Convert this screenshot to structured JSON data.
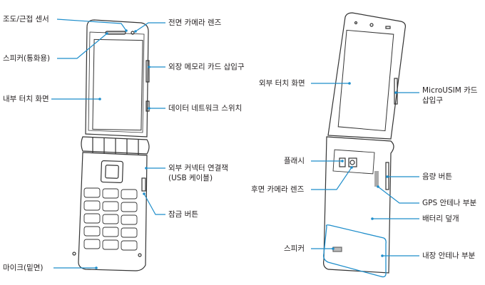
{
  "colors": {
    "leader": "#1f8ecb",
    "outline": "#333333"
  },
  "left_phone": {
    "labels": {
      "light_sensor": "조도/근접 센서",
      "front_camera": "전면 카메라 렌즈",
      "call_speaker": "스피커(통화용)",
      "memory_slot": "외장 메모리 카드 삽입구",
      "inner_screen": "내부 터치 화면",
      "network_switch": "데이터 네트워크 스위치",
      "connector_1": "외부 커넥터 연결잭",
      "connector_2": "(USB 케이블)",
      "lock_button": "잠금 버튼",
      "mic": "마이크(밑면)"
    }
  },
  "right_phone": {
    "labels": {
      "outer_screen": "외부 터치 화면",
      "usim_1": "MicroUSIM 카드",
      "usim_2": "삽입구",
      "flash": "플래시",
      "volume": "음량 버튼",
      "rear_camera": "후면 카메라 렌즈",
      "gps": "GPS 안테나 부분",
      "battery_cover": "배터리 덮개",
      "speaker": "스피커",
      "antenna": "내장 안테나 부분"
    }
  }
}
